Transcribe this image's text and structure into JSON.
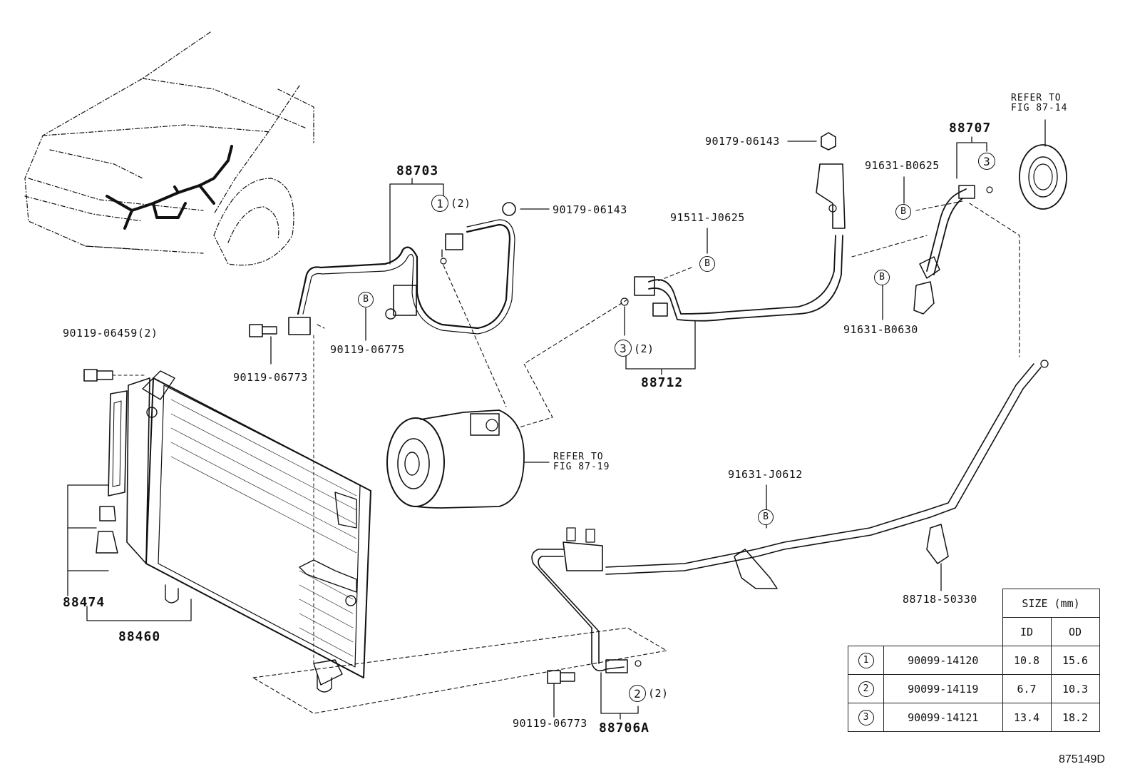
{
  "parts": {
    "p88703": "88703",
    "p88703_qty": "(2)",
    "p90179_a": "90179-06143",
    "p90179_b": "90179-06143",
    "p91511": "91511-J0625",
    "p88707": "88707",
    "p91631_b0625": "91631-B0625",
    "ref_87_14": "REFER TO\nFIG 87-14",
    "p90119_06459": "90119-06459(2)",
    "p90119_06773_a": "90119-06773",
    "p90119_06775": "90119-06775",
    "p88712_qty": "(2)",
    "p88712": "88712",
    "p91631_b0630": "91631-B0630",
    "ref_87_19": "REFER TO\nFIG 87-19",
    "p91631_j0612": "91631-J0612",
    "p88474": "88474",
    "p88460": "88460",
    "p88718": "88718-50330",
    "p90119_06773_b": "90119-06773",
    "p88706a": "88706A",
    "p88706a_qty": "(2)"
  },
  "markers": {
    "one": "1",
    "two": "2",
    "three": "3",
    "b": "B"
  },
  "size_table": {
    "header": "SIZE (mm)",
    "col_id": "ID",
    "col_od": "OD",
    "rows": [
      {
        "key": "1",
        "part": "90099-14120",
        "id": "10.8",
        "od": "15.6"
      },
      {
        "key": "2",
        "part": "90099-14119",
        "id": "6.7",
        "od": "10.3"
      },
      {
        "key": "3",
        "part": "90099-14121",
        "id": "13.4",
        "od": "18.2"
      }
    ]
  },
  "doc_id": "875149D",
  "colors": {
    "ink": "#111111",
    "paper": "#ffffff"
  }
}
